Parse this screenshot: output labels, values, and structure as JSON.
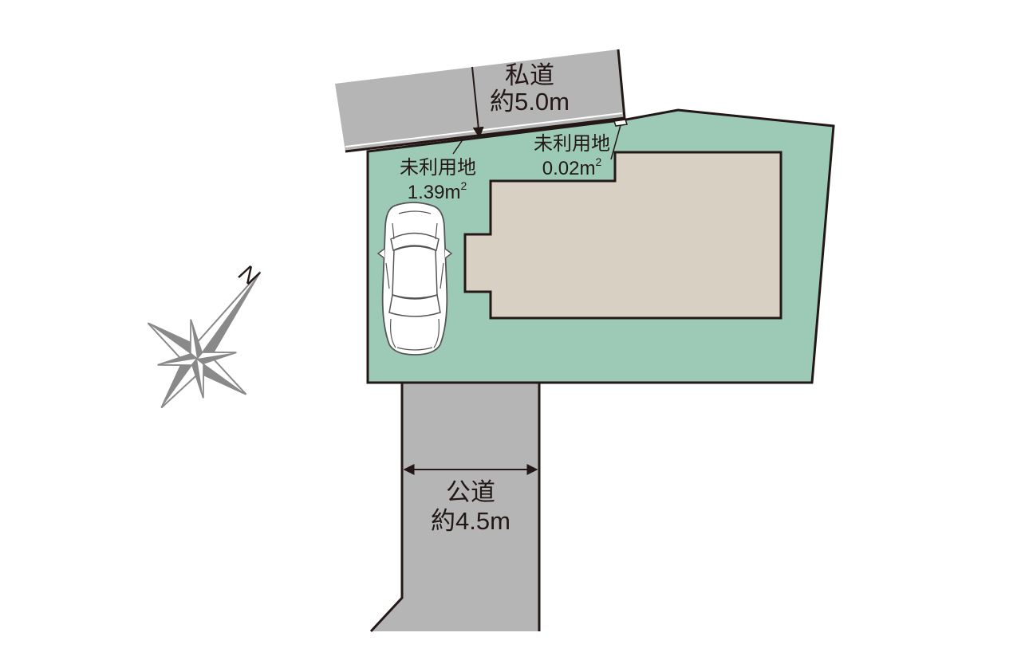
{
  "roads": {
    "private": {
      "name": "私道",
      "width": "約5.0m"
    },
    "public": {
      "name": "公道",
      "width": "約4.5m"
    }
  },
  "unused_areas": [
    {
      "label": "未利用地",
      "area_value": "1.39m",
      "area_exp": "2"
    },
    {
      "label": "未利用地",
      "area_value": "0.02m",
      "area_exp": "2"
    }
  ],
  "compass": {
    "north_label": "N"
  },
  "colors": {
    "lot": "#9dc9b7",
    "building": "#d8d0c2",
    "road": "#b5b5b6",
    "outline": "#231815",
    "compass": "#898989"
  },
  "icons": {
    "car": "car-top-view-icon",
    "compass": "compass-rose-icon"
  }
}
